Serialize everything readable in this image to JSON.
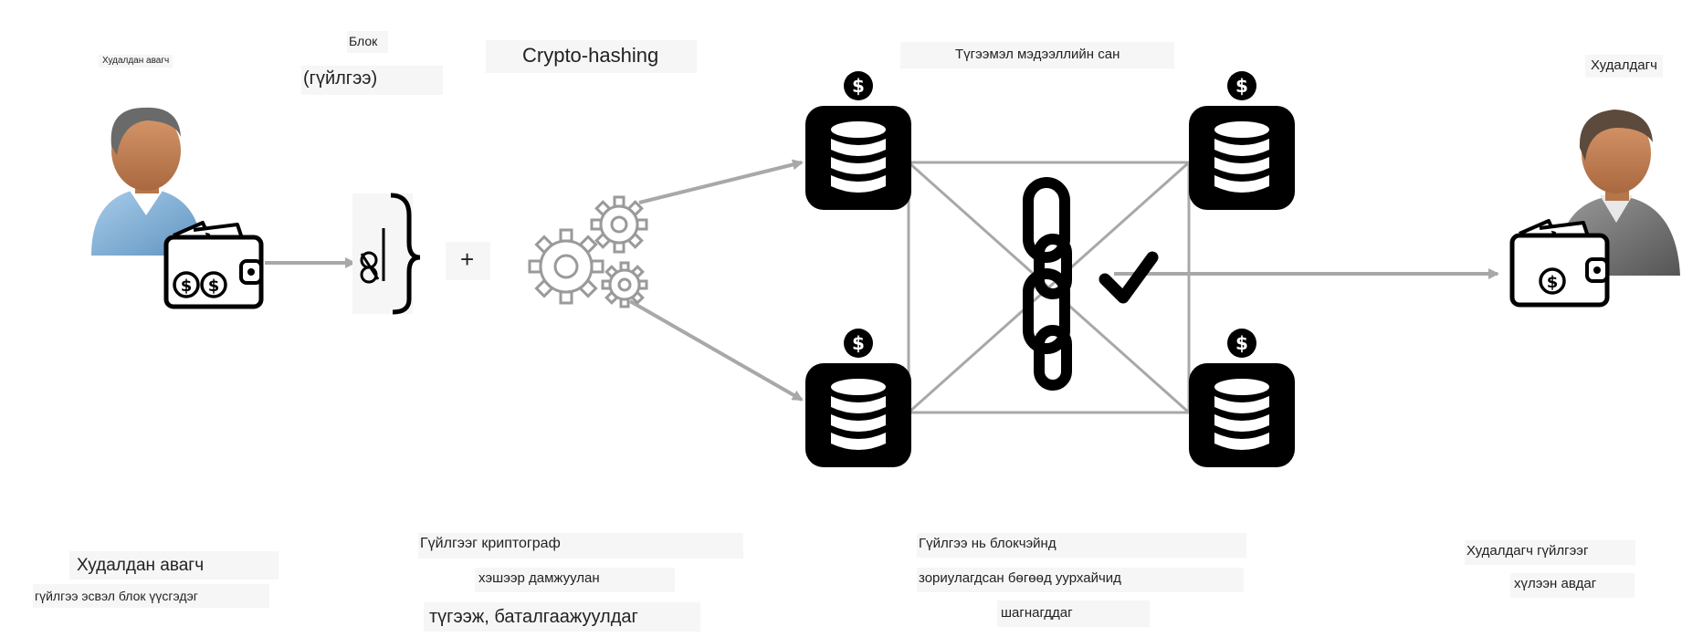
{
  "labels": {
    "buyer_small": "Худалдан авагч",
    "block": "Блок",
    "transaction_paren": "(гүйлгээ)",
    "crypto_hashing": "Crypto-hashing",
    "shared_database": "Түгээмэл мэдээллийн сан",
    "seller_top": "Худалдагч",
    "plus": "+",
    "step1_line1": "Худалдан авагч",
    "step1_line2": "гүйлгээ эсвэл блок үүсгэдэг",
    "step2_line1": "Гүйлгээг криптограф",
    "step2_line2": "хэшээр дамжуулан",
    "step2_line3": "түгээж, баталгаажуулдаг",
    "step3_line1": "Гүйлгээ нь блокчэйнд",
    "step3_line2": "зориулагдсан бөгөөд уурхайчид",
    "step3_line3": "шагнагддаг",
    "step4_line1": "Худалдагч гүйлгээг",
    "step4_line2": "хүлээн авдаг"
  },
  "icons": {
    "buyer": "person-avatar-icon",
    "buyer_wallet": "wallet-dollar-icon",
    "block": "block-transaction-icon",
    "gears": "gears-icon",
    "databases": "database-dollar-icon",
    "chain": "chain-link-icon",
    "check": "checkmark-icon",
    "seller": "person-avatar-icon",
    "seller_wallet": "wallet-dollar-icon"
  },
  "colors": {
    "arrow": "#a8a8a8",
    "lines": "#a8a8a8",
    "icon_dark": "#000000",
    "buyer_shirt": "#7fb0d8",
    "seller_jacket": "#7a7a7a",
    "skin": "#c8865a",
    "hair": "#5c4a3c",
    "label_bg": "#f6f6f6"
  }
}
